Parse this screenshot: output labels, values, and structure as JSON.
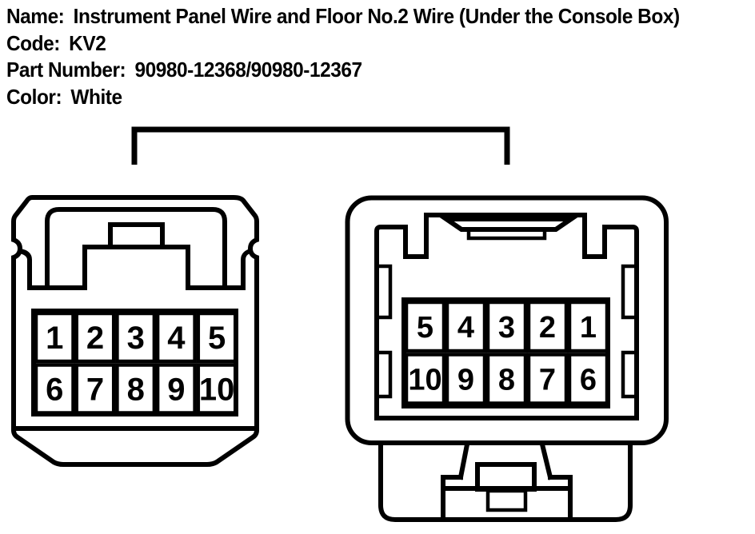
{
  "header": {
    "fields": [
      {
        "label": "Name:",
        "value": "Instrument Panel Wire and Floor No.2 Wire (Under the Console Box)"
      },
      {
        "label": "Code:",
        "value": "KV2"
      },
      {
        "label": "Part Number:",
        "value": "90980-12368/90980-12367"
      },
      {
        "label": "Color:",
        "value": "White"
      }
    ]
  },
  "diagram": {
    "background": "#ffffff",
    "line_color": "#000000",
    "left_connector": {
      "description": "connector-front-view-left",
      "pins": {
        "row1": [
          "1",
          "2",
          "3",
          "4",
          "5"
        ],
        "row2": [
          "6",
          "7",
          "8",
          "9",
          "10"
        ]
      }
    },
    "right_connector": {
      "description": "connector-front-view-right",
      "pins": {
        "row1": [
          "5",
          "4",
          "3",
          "2",
          "1"
        ],
        "row2": [
          "10",
          "9",
          "8",
          "7",
          "6"
        ]
      }
    }
  }
}
